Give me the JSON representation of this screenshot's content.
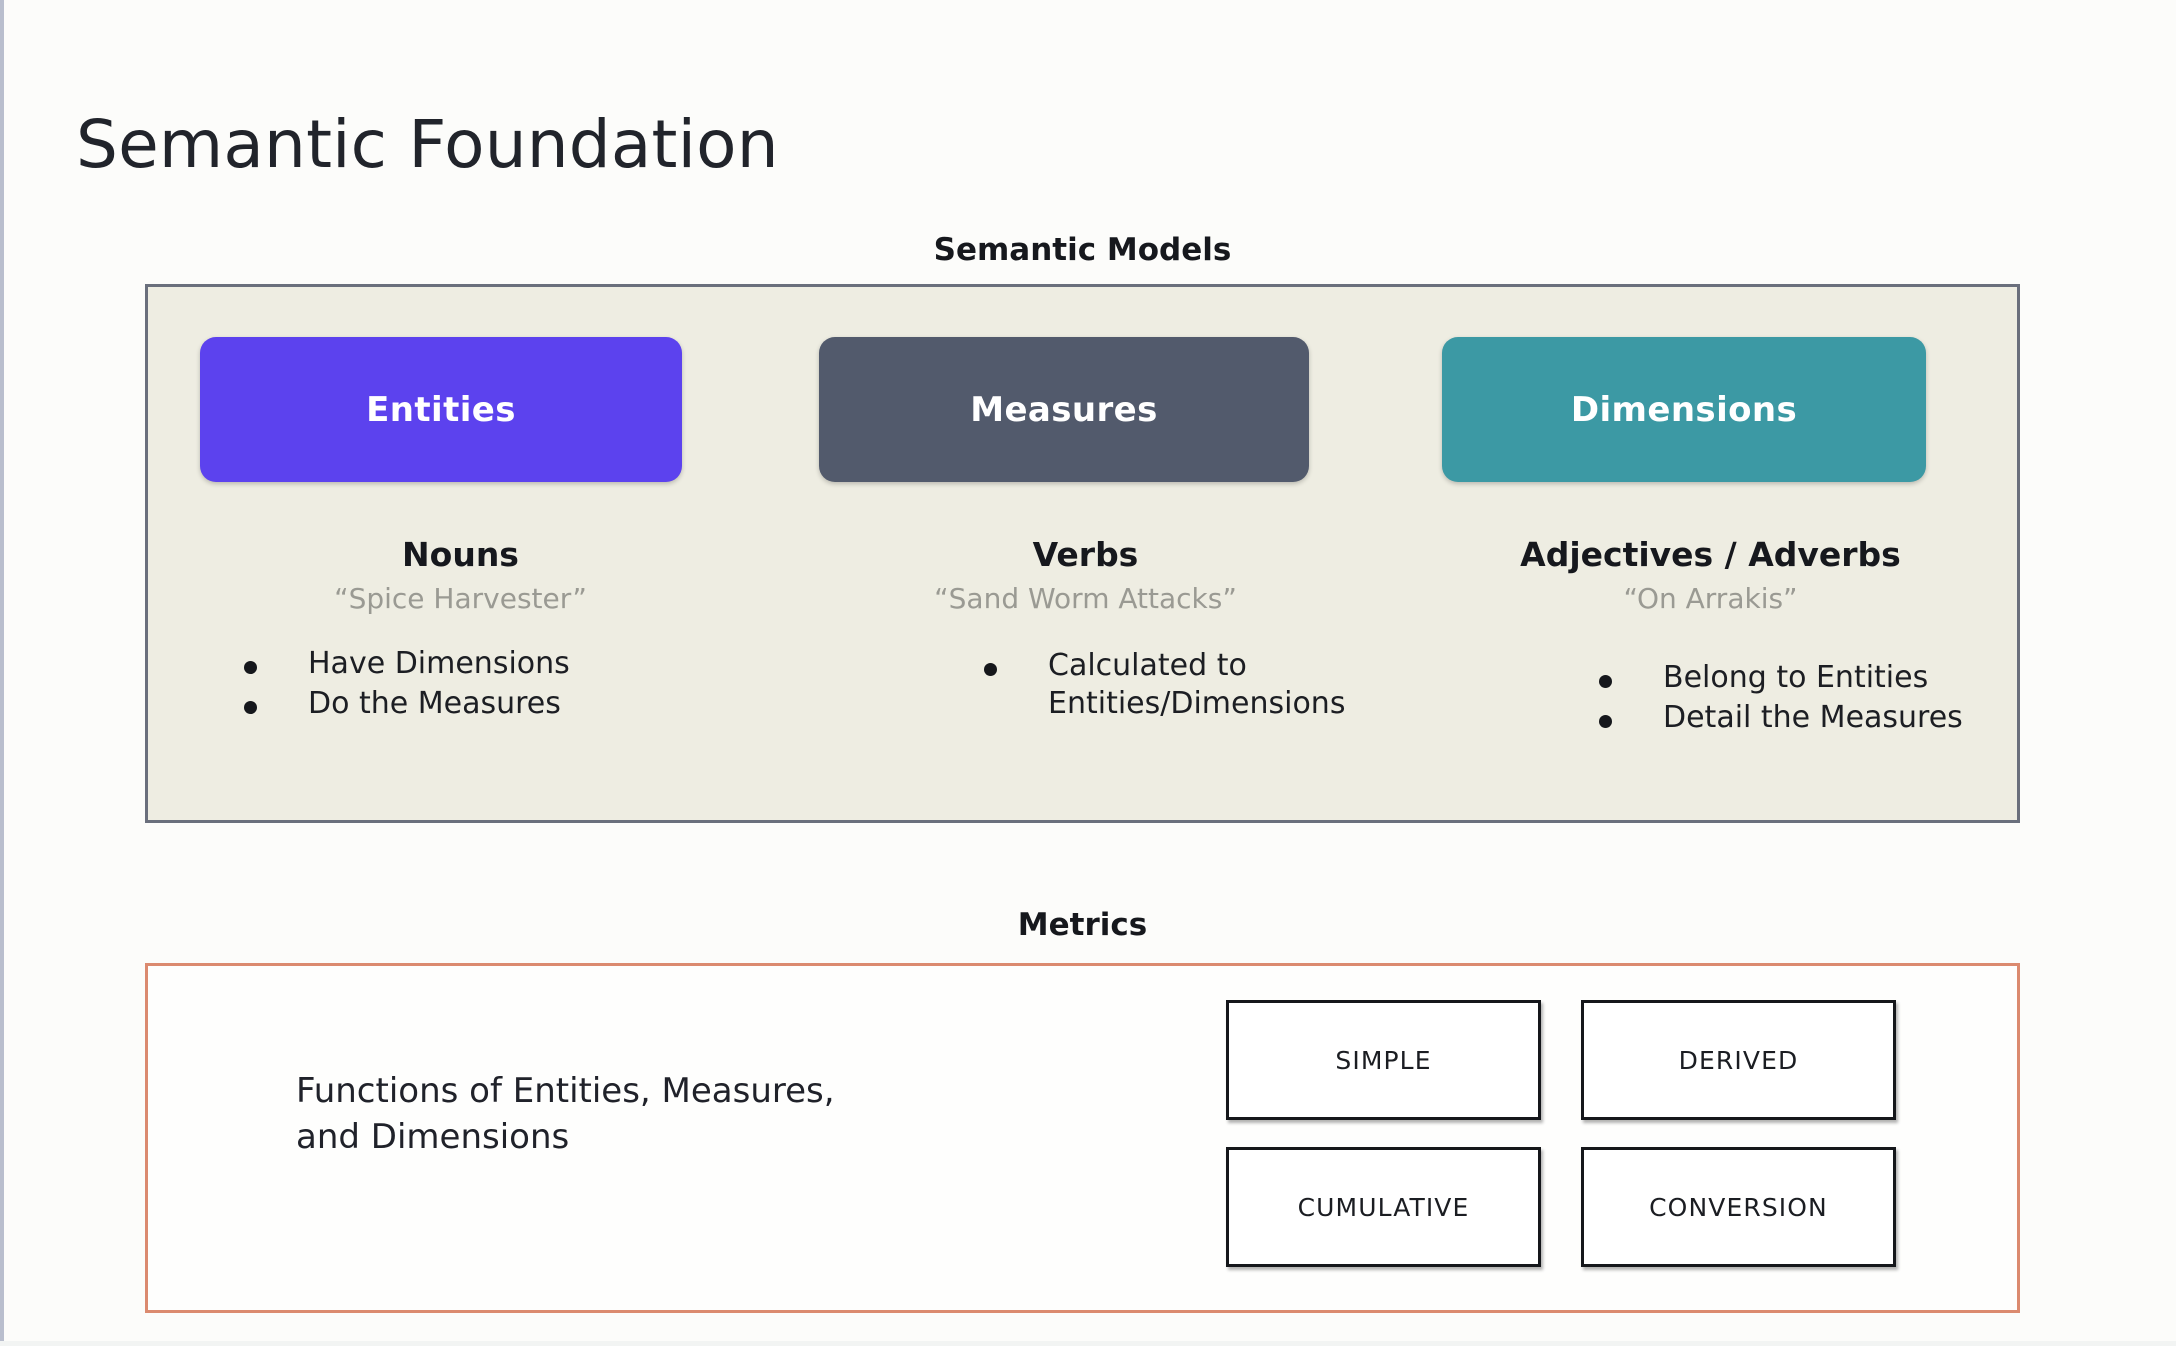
{
  "slide": {
    "title": "Semantic Foundation",
    "background_color": "#FCFCFA"
  },
  "semantic_models": {
    "heading": "Semantic Models",
    "panel_background": "#EEEDE2",
    "panel_border_color": "#6A6F7C",
    "columns": [
      {
        "chip_label": "Entities",
        "chip_color": "#5C42EE",
        "part_of_speech": "Nouns",
        "example": "“Spice Harvester”",
        "bullets": [
          "Have Dimensions",
          "Do the Measures"
        ]
      },
      {
        "chip_label": "Measures",
        "chip_color": "#525A6C",
        "part_of_speech": "Verbs",
        "example": "“Sand Worm Attacks”",
        "bullets": [
          "Calculated to\nEntities/Dimensions"
        ]
      },
      {
        "chip_label": "Dimensions",
        "chip_color": "#3C99A4",
        "part_of_speech": "Adjectives / Adverbs",
        "example": "“On Arrakis”",
        "bullets": [
          "Belong to Entities",
          "Detail the Measures"
        ]
      }
    ]
  },
  "metrics": {
    "heading": "Metrics",
    "panel_border_color": "#DB8A6F",
    "description": "Functions of Entities, Measures,\nand Dimensions",
    "types": [
      "SIMPLE",
      "DERIVED",
      "CUMULATIVE",
      "CONVERSION"
    ]
  }
}
